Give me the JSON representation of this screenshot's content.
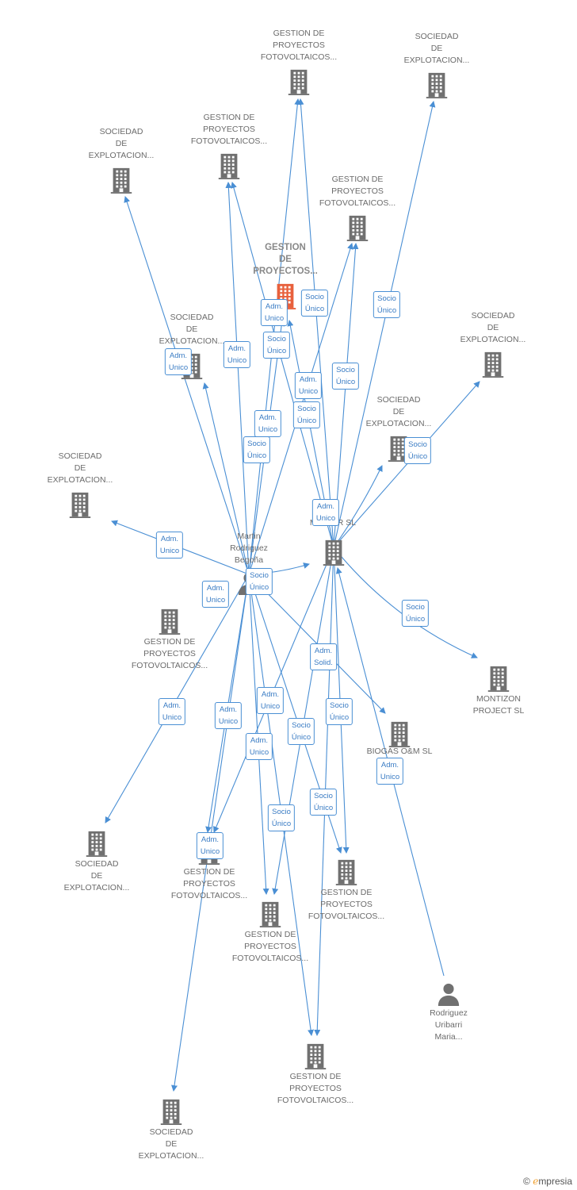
{
  "colors": {
    "edge": "#4a8fd4",
    "node": "#707070",
    "focus": "#e8603c"
  },
  "nodes": [
    {
      "id": "n1",
      "label": "GESTION DE\nPROYECTOS\nFOTOVOLTAICOS...",
      "type": "company"
    },
    {
      "id": "n2",
      "label": "SOCIEDAD\nDE\nEXPLOTACION...",
      "type": "company"
    },
    {
      "id": "n3",
      "label": "SOCIEDAD\nDE\nEXPLOTACION...",
      "type": "company"
    },
    {
      "id": "n4",
      "label": "GESTION DE\nPROYECTOS\nFOTOVOLTAICOS...",
      "type": "company"
    },
    {
      "id": "n5",
      "label": "GESTION DE\nPROYECTOS\nFOTOVOLTAICOS...",
      "type": "company"
    },
    {
      "id": "n6",
      "label": "GESTION\nDE\nPROYECTOS...",
      "type": "company",
      "focus": true
    },
    {
      "id": "n7",
      "label": "SOCIEDAD\nDE\nEXPLOTACION...",
      "type": "company"
    },
    {
      "id": "n8",
      "label": "SOCIEDAD\nDE\nEXPLOTACION...",
      "type": "company"
    },
    {
      "id": "n9",
      "label": "SOCIEDAD\nDE\nEXPLOTACION...",
      "type": "company"
    },
    {
      "id": "n10",
      "label": "SOCIEDAD\nDE\nEXPLOTACION...",
      "type": "company"
    },
    {
      "id": "n11",
      "label": "Martin\nRodriguez\nBegoña",
      "type": "person"
    },
    {
      "id": "n12",
      "label": "MATTER SL",
      "type": "company"
    },
    {
      "id": "n13",
      "label": "GESTION DE\nPROYECTOS\nFOTOVOLTAICOS...",
      "type": "company"
    },
    {
      "id": "n14",
      "label": "MONTIZON\nPROJECT SL",
      "type": "company"
    },
    {
      "id": "n15",
      "label": "BIOGAS O&M SL",
      "type": "company"
    },
    {
      "id": "n16",
      "label": "SOCIEDAD\nDE\nEXPLOTACION...",
      "type": "company"
    },
    {
      "id": "n17",
      "label": "GESTION DE\nPROYECTOS\nFOTOVOLTAICOS...",
      "type": "company"
    },
    {
      "id": "n18",
      "label": "GESTION DE\nPROYECTOS\nFOTOVOLTAICOS...",
      "type": "company"
    },
    {
      "id": "n19",
      "label": "GESTION DE\nPROYECTOS\nFOTOVOLTAICOS...",
      "type": "company"
    },
    {
      "id": "n20",
      "label": "Rodriguez\nUribarri\nMaria...",
      "type": "person"
    },
    {
      "id": "n21",
      "label": "GESTION DE\nPROYECTOS\nFOTOVOLTAICOS...",
      "type": "company"
    },
    {
      "id": "n22",
      "label": "SOCIEDAD\nDE\nEXPLOTACION...",
      "type": "company"
    }
  ],
  "relations": {
    "adm": "Adm.\nUnico",
    "socio": "Socio\nÚnico",
    "solid": "Adm.\nSolid."
  },
  "edges": [
    {
      "from": "n11",
      "to": "n1",
      "label": "adm"
    },
    {
      "from": "n12",
      "to": "n1",
      "label": "socio"
    },
    {
      "from": "n12",
      "to": "n2",
      "label": "socio"
    },
    {
      "from": "n11",
      "to": "n3",
      "label": "adm"
    },
    {
      "from": "n11",
      "to": "n4",
      "label": "adm"
    },
    {
      "from": "n12",
      "to": "n4",
      "label": "socio"
    },
    {
      "from": "n11",
      "to": "n5",
      "label": "adm"
    },
    {
      "from": "n12",
      "to": "n5",
      "label": "socio"
    },
    {
      "from": "n11",
      "to": "n6",
      "label": "adm"
    },
    {
      "from": "n12",
      "to": "n6",
      "label": "socio"
    },
    {
      "from": "n11",
      "to": "n7",
      "label": "socio"
    },
    {
      "from": "n12",
      "to": "n8",
      "label": "socio"
    },
    {
      "from": "n12",
      "to": "n9",
      "label": "adm"
    },
    {
      "from": "n11",
      "to": "n10",
      "label": "adm"
    },
    {
      "from": "n11",
      "to": "n12",
      "label": "socio"
    },
    {
      "from": "n12",
      "to": "n14",
      "label": "socio"
    },
    {
      "from": "n11",
      "to": "n15",
      "label": "solid"
    },
    {
      "from": "n20",
      "to": "n12",
      "label": "adm"
    },
    {
      "from": "n11",
      "to": "n16",
      "label": "adm"
    },
    {
      "from": "n11",
      "to": "n17",
      "label": "adm"
    },
    {
      "from": "n12",
      "to": "n17",
      "label": "socio"
    },
    {
      "from": "n11",
      "to": "n18",
      "label": "socio"
    },
    {
      "from": "n12",
      "to": "n18",
      "label": "socio"
    },
    {
      "from": "n11",
      "to": "n19",
      "label": "adm"
    },
    {
      "from": "n12",
      "to": "n19",
      "label": "adm"
    },
    {
      "from": "n11",
      "to": "n21",
      "label": "adm"
    },
    {
      "from": "n12",
      "to": "n21",
      "label": "socio"
    },
    {
      "from": "n11",
      "to": "n22",
      "label": "adm"
    }
  ],
  "credit": {
    "copyright": "©",
    "brand_initial": "e",
    "brand_rest": "mpresia"
  }
}
